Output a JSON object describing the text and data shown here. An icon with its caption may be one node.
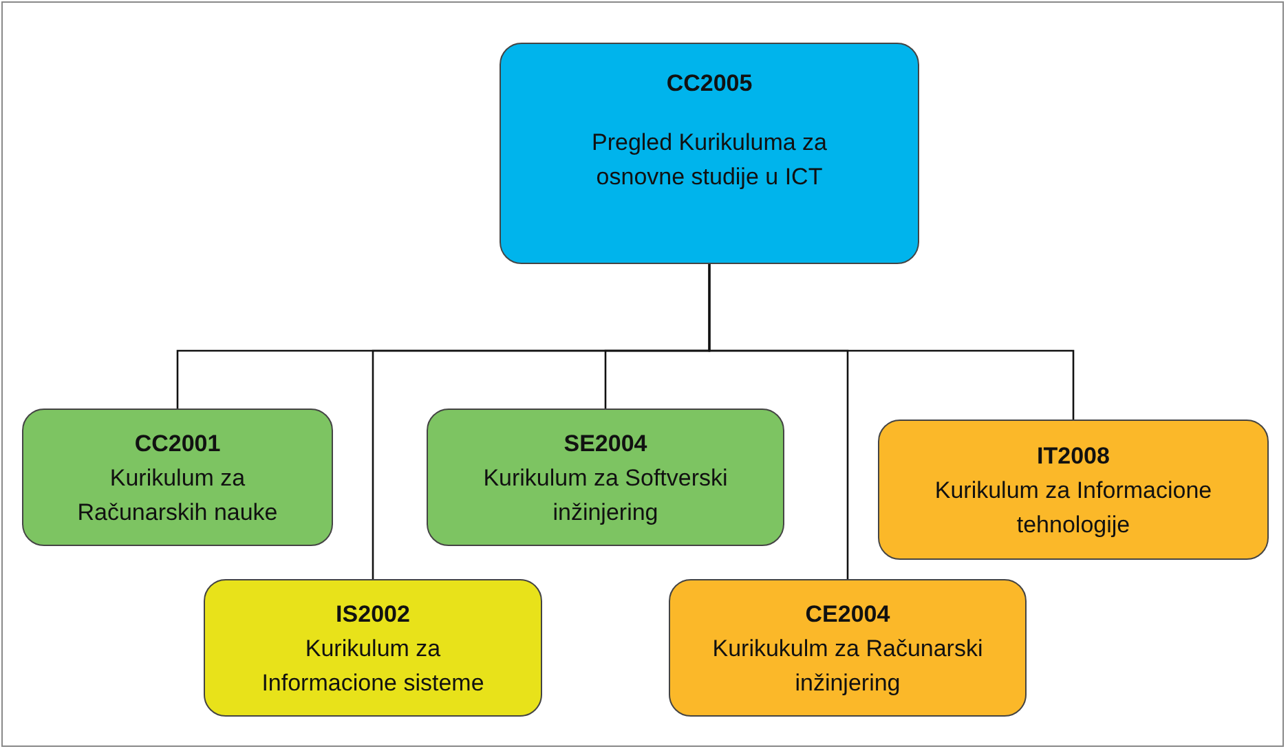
{
  "diagram": {
    "nodes": [
      {
        "text": [
          "CC2005",
          "Pregled Kurikuluma za osnovne studije u ICT"
        ]
      },
      {
        "text": [
          "CC2001",
          "Kurikulum za Računarskih nauke"
        ]
      },
      {
        "text": [
          "IS2002",
          "Kurikulum za Informacione sisteme"
        ]
      },
      {
        "text": [
          "SE2004",
          "Kurikulum za Softverski inžinjering"
        ]
      },
      {
        "text": [
          "CE2004",
          "Kurikukulm za Računarski inžinjering"
        ]
      },
      {
        "text": [
          "IT2008",
          "Kurikulum za Informacione tehnologije"
        ]
      }
    ],
    "edges": [
      {
        "from": 0,
        "to": 1,
        "arrow": "none"
      },
      {
        "from": 0,
        "to": 2,
        "arrow": "none"
      },
      {
        "from": 0,
        "to": 3,
        "arrow": "none"
      },
      {
        "from": 0,
        "to": 4,
        "arrow": "none"
      },
      {
        "from": 0,
        "to": 5,
        "arrow": "none"
      }
    ]
  }
}
